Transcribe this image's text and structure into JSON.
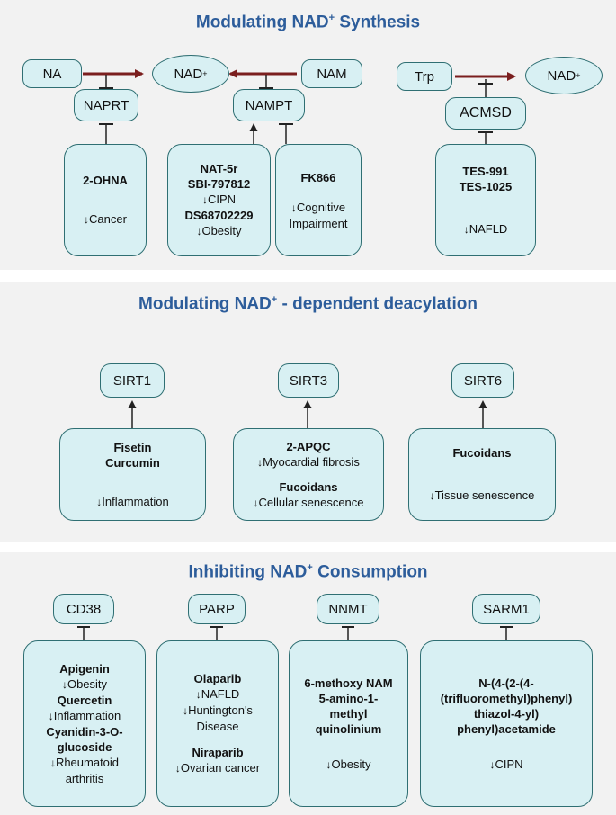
{
  "colors": {
    "title": "#2d5d9b",
    "node_fill": "#d8f0f3",
    "node_stroke": "#2f6f73",
    "synthesis_arrow": "#7b1e1e",
    "panel_bg": "#f2f2f2"
  },
  "section1": {
    "title": "Modulating NAD",
    "title_sup": "+",
    "title_rest": " Synthesis",
    "na": "NA",
    "nad_label": "NAD",
    "nad_sup": "+",
    "nam": "NAM",
    "trp": "Trp",
    "naprt": "NAPRT",
    "nampt": "NAMPT",
    "acmsd": "ACMSD",
    "box_2ohna": {
      "drug": "2-OHNA",
      "effect": "Cancer"
    },
    "box_nat": {
      "drug1": "NAT-5r",
      "drug2": "SBI-797812",
      "effect1": "CIPN",
      "drug3": "DS68702229",
      "effect2": "Obesity"
    },
    "box_fk": {
      "drug": "FK866",
      "effect_line1": "Cognitive",
      "effect_line2": "Impairment"
    },
    "box_tes": {
      "drug1": "TES-991",
      "drug2": "TES-1025",
      "effect": "NAFLD"
    }
  },
  "section2": {
    "title": "Modulating NAD",
    "title_sup": "+",
    "title_rest": " - dependent deacylation",
    "sirt1": "SIRT1",
    "sirt3": "SIRT3",
    "sirt6": "SIRT6",
    "box_sirt1": {
      "drug1": "Fisetin",
      "drug2": "Curcumin",
      "effect": "Inflammation"
    },
    "box_sirt3": {
      "drug1": "2-APQC",
      "effect1": "Myocardial fibrosis",
      "drug2": "Fucoidans",
      "effect2": "Cellular senescence"
    },
    "box_sirt6": {
      "drug": "Fucoidans",
      "effect": "Tissue senescence"
    }
  },
  "section3": {
    "title": "Inhibiting NAD",
    "title_sup": "+",
    "title_rest": " Consumption",
    "cd38": "CD38",
    "parp": "PARP",
    "nnmt": "NNMT",
    "sarm1": "SARM1",
    "box_cd38": {
      "drug1": "Apigenin",
      "effect1": "Obesity",
      "drug2": "Quercetin",
      "effect2": "Inflammation",
      "drug3_line1": "Cyanidin-3-O-",
      "drug3_line2": "glucoside",
      "effect3_line1": "Rheumatoid",
      "effect3_line2": "arthritis"
    },
    "box_parp": {
      "drug1": "Olaparib",
      "effect1": "NAFLD",
      "effect2_line1": "Huntington's",
      "effect2_line2": "Disease",
      "drug2": "Niraparib",
      "effect3": "Ovarian cancer"
    },
    "box_nnmt": {
      "drug1": "6-methoxy NAM",
      "drug2_line1": "5-amino-1-",
      "drug2_line2": "methyl",
      "drug2_line3": "quinolinium",
      "effect": "Obesity"
    },
    "box_sarm1": {
      "drug_line1": "N-(4-(2-(4-",
      "drug_line2": "(trifluoromethyl)phenyl)",
      "drug_line3": "thiazol-4-yl)",
      "drug_line4": "phenyl)acetamide",
      "effect": "CIPN"
    }
  },
  "down_arrow": "↓"
}
